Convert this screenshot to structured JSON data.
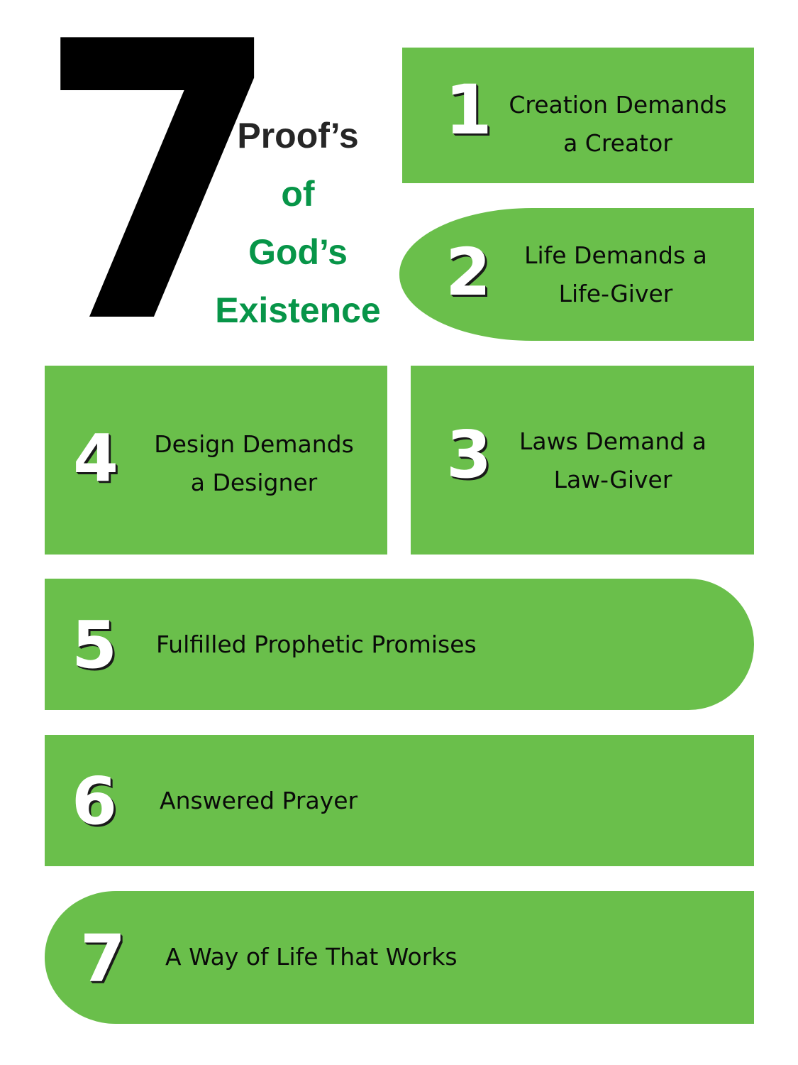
{
  "header": {
    "big_number": "7",
    "title_line1": "Proof’s",
    "title_line2": "of",
    "title_line3": "God’s",
    "title_line4": "Existence"
  },
  "colors": {
    "card_green": "#6abf4b",
    "title_green": "#079548",
    "title_dark": "#262626",
    "number_fill": "#ffffff",
    "number_shadow": "#1a1a1a"
  },
  "proofs": [
    {
      "number": "1",
      "label_line1": "Creation Demands",
      "label_line2": "a Creator"
    },
    {
      "number": "2",
      "label_line1": "Life Demands a",
      "label_line2": "Life-Giver"
    },
    {
      "number": "3",
      "label_line1": "Laws Demand a",
      "label_line2": "Law-Giver"
    },
    {
      "number": "4",
      "label_line1": "Design Demands",
      "label_line2": "a Designer"
    },
    {
      "number": "5",
      "label_line1": "Fulfilled Prophetic Promises"
    },
    {
      "number": "6",
      "label_line1": "Answered Prayer"
    },
    {
      "number": "7",
      "label_line1": "A Way of Life That Works"
    }
  ]
}
